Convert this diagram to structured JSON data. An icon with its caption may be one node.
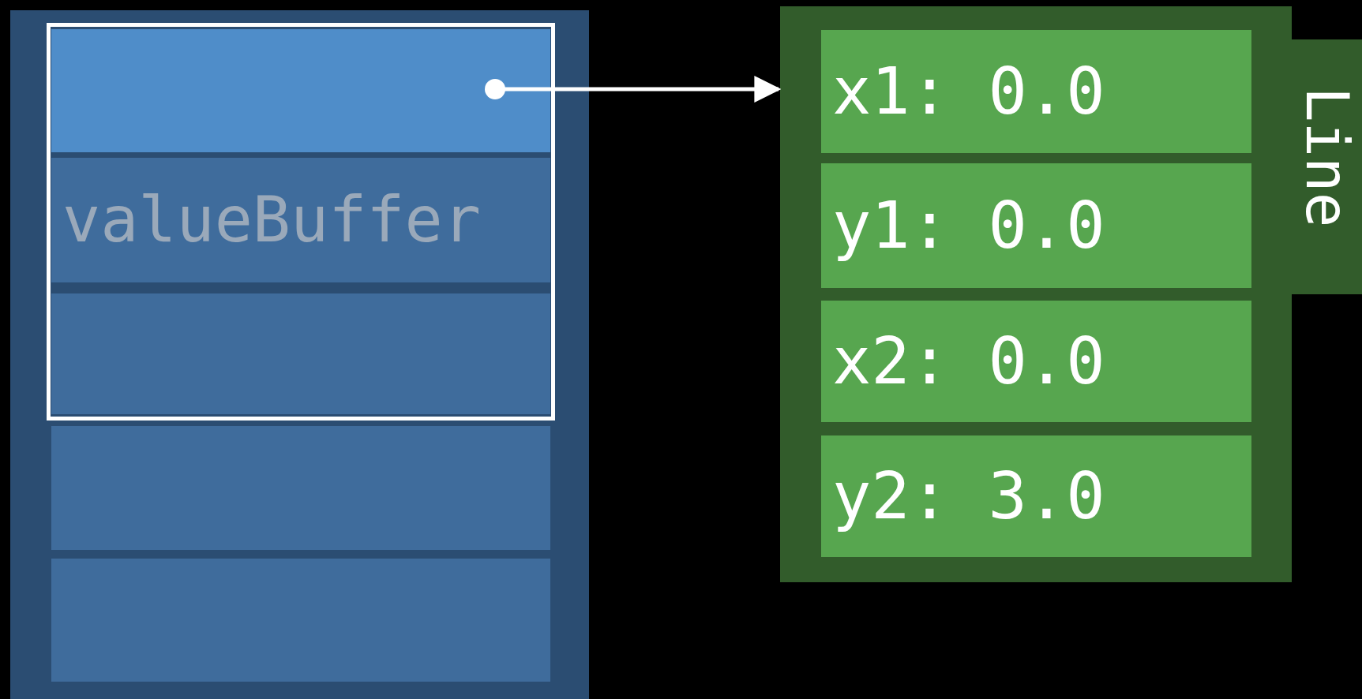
{
  "diagram": {
    "nodes": [
      {
        "text": [],
        "shape": "box"
      },
      {
        "text": [],
        "shape": "box",
        "in": 0
      },
      {
        "text": [],
        "shape": "box",
        "in": 1
      },
      {
        "text": [
          "valueBuffer"
        ],
        "in": 1
      },
      {
        "text": [],
        "shape": "box",
        "in": 1
      },
      {
        "text": [],
        "shape": "box",
        "in": 0
      },
      {
        "text": [],
        "shape": "box",
        "in": 0
      },
      {
        "text": [
          "Line"
        ]
      },
      {
        "text": [
          "x1: 0.0"
        ],
        "in": 7
      },
      {
        "text": [
          "y1: 0.0"
        ],
        "in": 7
      },
      {
        "text": [
          "x2: 0.0"
        ],
        "in": 7
      },
      {
        "text": [
          "y2: 3.0"
        ],
        "in": 7
      }
    ],
    "edges": [
      {
        "from": 2,
        "to": 7,
        "arrow": "to"
      }
    ]
  }
}
